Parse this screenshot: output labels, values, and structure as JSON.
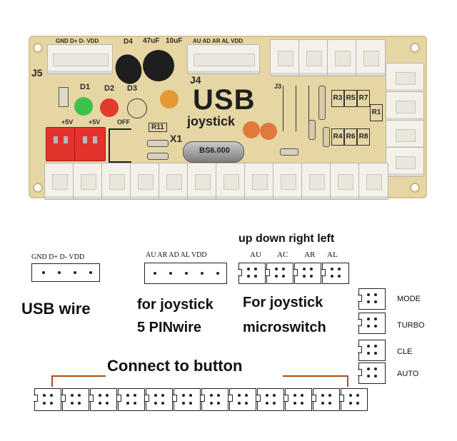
{
  "board": {
    "usb_header_pins": "GND D+ D- VDD",
    "j5": "J5",
    "j4": "J4",
    "joystick_header_pins": "AU AD AR AL VDD",
    "d1": "D1",
    "d2": "D2",
    "d3": "D3",
    "d4": "D4",
    "cap_47": "47uF",
    "cap_10": "10uF",
    "usb_big": "USB",
    "joystick_small": "joystick",
    "x1": "X1",
    "r11": "R11",
    "crystal": "BS6.000",
    "plus5_a": "+5V",
    "plus5_b": "+5V",
    "off": "OFF",
    "j3": "J3",
    "r3": "R3",
    "r5": "R5",
    "r7": "R7",
    "r4": "R4",
    "r6": "R6",
    "r8": "R8",
    "r1": "R1"
  },
  "diagram": {
    "usb_pins": "GND D+ D- VDD",
    "usb_wire": "USB wire",
    "joy_pins": "AU AR AD AL VDD",
    "joy_line1": "for joystick",
    "joy_line2": "5 PINwire",
    "direction_title": "up down right left",
    "dir_au": "AU",
    "dir_ac": "AC",
    "dir_ar": "AR",
    "dir_al": "AL",
    "micro_line1": "For joystick",
    "micro_line2": "microswitch",
    "mode": "MODE",
    "turbo": "TURBO",
    "cle": "CLE",
    "auto": "AUTO",
    "connect": "Connect to button"
  },
  "colors": {
    "pcb": "#e6d6a4",
    "connector": "#f3f1ea",
    "red_connector": "#e3332e",
    "bracket_line": "#b04a1a"
  }
}
